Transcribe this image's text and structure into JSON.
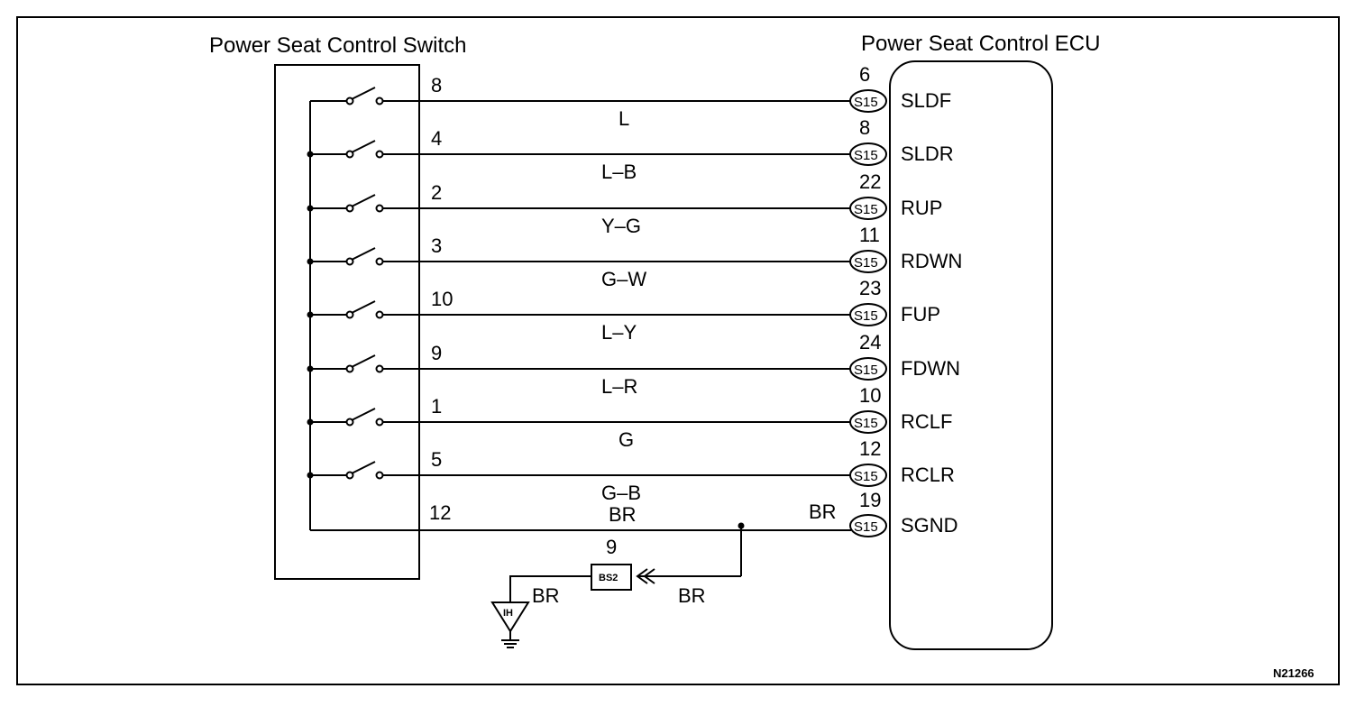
{
  "switch_block": {
    "title": "Power Seat Control Switch"
  },
  "ecu_block": {
    "title": "Power Seat Control ECU"
  },
  "connector": {
    "ecu": "S15",
    "ground_connector": "BS2",
    "ground_connector_pin": "9",
    "ground_point": "IH"
  },
  "circuits": [
    {
      "switch_pin": "8",
      "wire_color": "L",
      "ecu_pin": "6",
      "signal": "SLDF"
    },
    {
      "switch_pin": "4",
      "wire_color": "L–B",
      "ecu_pin": "8",
      "signal": "SLDR"
    },
    {
      "switch_pin": "2",
      "wire_color": "Y–G",
      "ecu_pin": "22",
      "signal": "RUP"
    },
    {
      "switch_pin": "3",
      "wire_color": "G–W",
      "ecu_pin": "11",
      "signal": "RDWN"
    },
    {
      "switch_pin": "10",
      "wire_color": "L–Y",
      "ecu_pin": "23",
      "signal": "FUP"
    },
    {
      "switch_pin": "9",
      "wire_color": "L–R",
      "ecu_pin": "24",
      "signal": "FDWN"
    },
    {
      "switch_pin": "1",
      "wire_color": "G",
      "ecu_pin": "10",
      "signal": "RCLF"
    },
    {
      "switch_pin": "5",
      "wire_color": "G–B",
      "ecu_pin": "12",
      "signal": "RCLR"
    }
  ],
  "ground_circuit": {
    "switch_pin": "12",
    "wire_color_main": "BR",
    "wire_color_near_ecu": "BR",
    "ecu_pin": "19",
    "signal": "SGND",
    "branch_wire_color": "BR",
    "ground_wire_color": "BR"
  },
  "diagram_id": "N21266"
}
